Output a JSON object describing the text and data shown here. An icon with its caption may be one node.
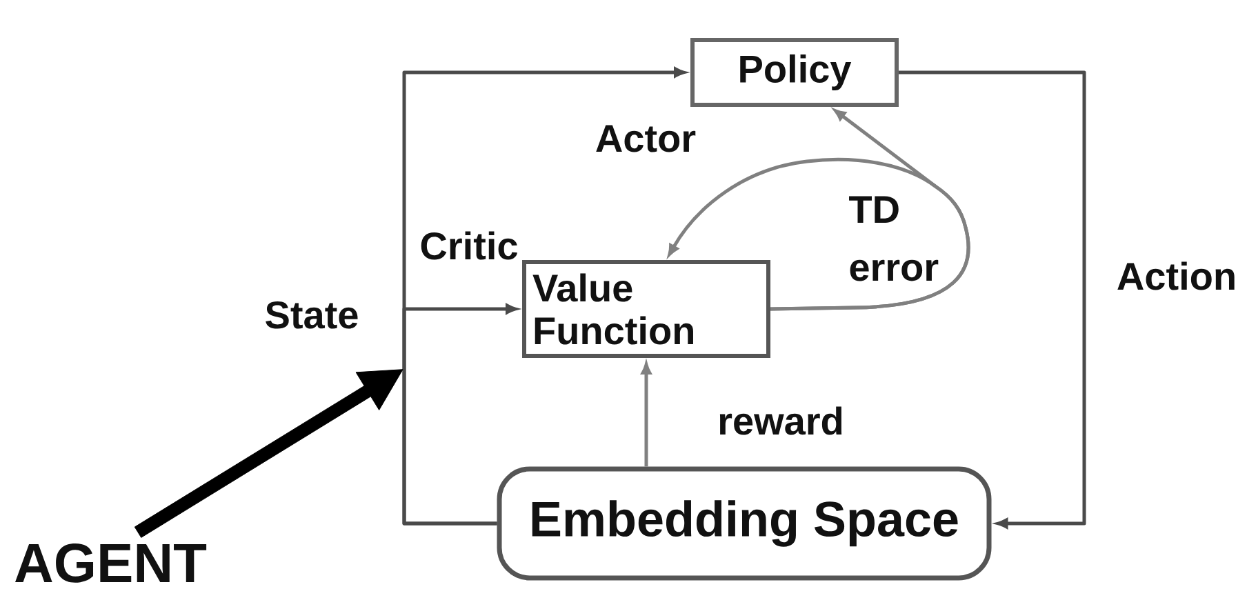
{
  "diagram": {
    "nodes": [
      {
        "text": [
          "Policy"
        ]
      },
      {
        "text": [
          "Value Function"
        ]
      },
      {
        "text": [
          "Embedding Space"
        ]
      },
      {
        "text": [
          "AGENT"
        ]
      }
    ],
    "edges": [
      {
        "from": 2,
        "to": 0,
        "arrow": "to"
      },
      {
        "from": 2,
        "to": 1,
        "arrow": "to"
      },
      {
        "from": 2,
        "to": 1,
        "arrow": "to",
        "color": "#808080"
      },
      {
        "from": 0,
        "to": 2,
        "arrow": "to"
      },
      {
        "from": 1,
        "to": 0,
        "arrow": "to",
        "color": "#808080"
      },
      {
        "from": 1,
        "to": 1,
        "arrow": "to",
        "color": "#808080"
      },
      {
        "from": 3,
        "to": null,
        "arrow": "to",
        "style": "thick",
        "color": "#000000"
      }
    ],
    "labels": [
      "Actor",
      "TD error",
      "Critic",
      "Action",
      "State",
      "reward"
    ]
  }
}
